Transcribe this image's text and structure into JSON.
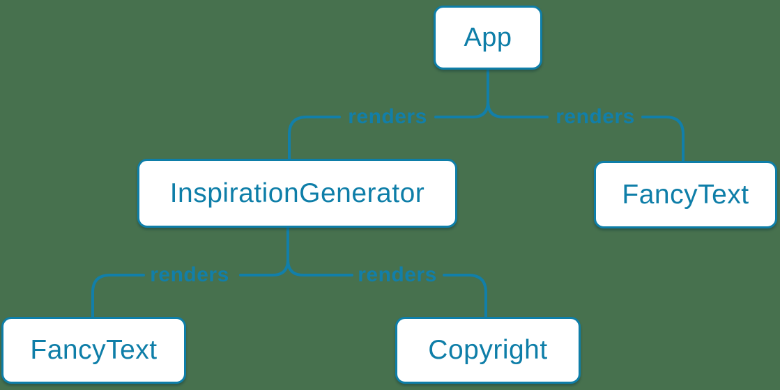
{
  "colors": {
    "background": "#47714E",
    "accent_blue": "#0E7EA8",
    "edge_blue": "#127FA9",
    "node_fill": "#FFFFFF"
  },
  "nodes": [
    {
      "id": "app",
      "label": "App"
    },
    {
      "id": "inspiration-generator",
      "label": "InspirationGenerator"
    },
    {
      "id": "fancy-text-top",
      "label": "FancyText"
    },
    {
      "id": "fancy-text-bottom",
      "label": "FancyText"
    },
    {
      "id": "copyright",
      "label": "Copyright"
    }
  ],
  "edges": [
    {
      "from": "App",
      "to": "InspirationGenerator",
      "label": "renders"
    },
    {
      "from": "App",
      "to": "FancyText",
      "label": "renders"
    },
    {
      "from": "InspirationGenerator",
      "to": "FancyText",
      "label": "renders"
    },
    {
      "from": "InspirationGenerator",
      "to": "Copyright",
      "label": "renders"
    }
  ]
}
